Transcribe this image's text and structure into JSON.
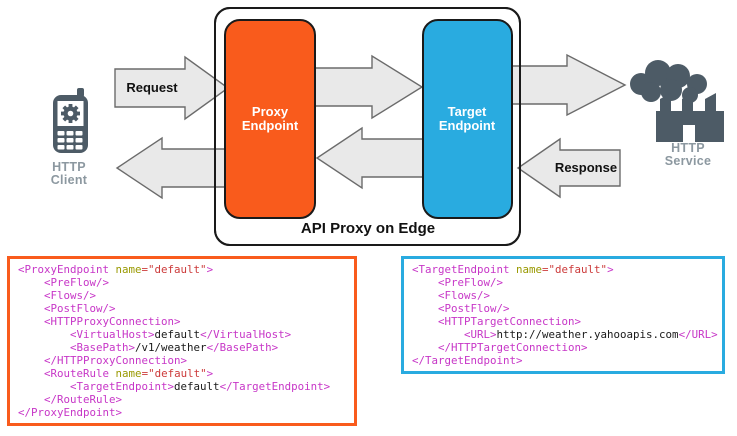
{
  "colors": {
    "proxy_endpoint_fill": "#F95B1C",
    "target_endpoint_fill": "#29ABE0",
    "box_stroke": "#1A1A1A",
    "container_stroke": "#1A1A1A",
    "arrow_fill": "#E9E9E9",
    "arrow_stroke": "#6B6B6B",
    "icon_color": "#4D5B66",
    "icon_label_color": "#8C98A0",
    "proxy_code_border": "#F95B1C",
    "target_code_border": "#29ABE0",
    "tok_tag": "#C736C7",
    "tok_attr": "#999900",
    "tok_value": "#CC3A3A",
    "tok_text": "#1A1A1A"
  },
  "diagram": {
    "request_label": "Request",
    "response_label": "Response",
    "container_title": "API Proxy on Edge",
    "proxy_endpoint_label": "Proxy\nEndpoint",
    "target_endpoint_label": "Target\nEndpoint",
    "http_client_label": "HTTP\nClient",
    "http_service_label": "HTTP\nService",
    "icons": {
      "client": "mobile-phone-icon",
      "service": "factory-smoke-cloud-icon"
    }
  },
  "code_blocks": [
    {
      "id": "proxy-endpoint-xml",
      "lines": [
        "<ProxyEndpoint name=\"default\">",
        "    <PreFlow/>",
        "    <Flows/>",
        "    <PostFlow/>",
        "    <HTTPProxyConnection>",
        "        <VirtualHost>default</VirtualHost>",
        "        <BasePath>/v1/weather</BasePath>",
        "    </HTTPProxyConnection>",
        "    <RouteRule name=\"default\">",
        "        <TargetEndpoint>default</TargetEndpoint>",
        "    </RouteRule>",
        "</ProxyEndpoint>"
      ]
    },
    {
      "id": "target-endpoint-xml",
      "lines": [
        "<TargetEndpoint name=\"default\">",
        "    <PreFlow/>",
        "    <Flows/>",
        "    <PostFlow/>",
        "    <HTTPTargetConnection>",
        "        <URL>http://weather.yahooapis.com</URL>",
        "    </HTTPTargetConnection>",
        "</TargetEndpoint>"
      ]
    }
  ]
}
